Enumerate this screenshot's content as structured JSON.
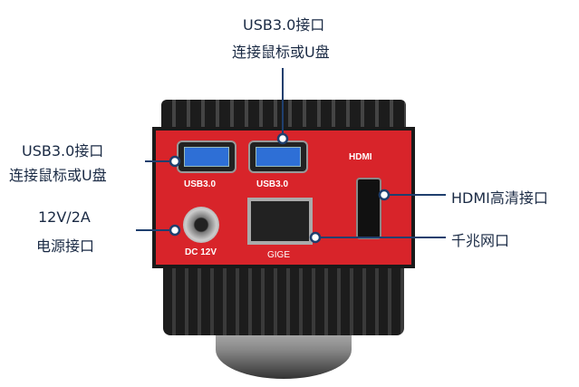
{
  "labels": {
    "usb_top_line1": "USB3.0接口",
    "usb_top_line2": "连接鼠标或U盘",
    "usb_left_line1": "USB3.0接口",
    "usb_left_line2": "连接鼠标或U盘",
    "power_line1": "12V/2A",
    "power_line2": "电源接口",
    "hdmi": "HDMI高清接口",
    "gige": "千兆网口"
  },
  "panel": {
    "usb1": "USB3.0",
    "usb2": "USB3.0",
    "hdmi": "HDMI",
    "dc": "DC 12V",
    "gige": "GIGE"
  },
  "colors": {
    "panel": "#d8242a",
    "leader": "#1f3f6e"
  }
}
